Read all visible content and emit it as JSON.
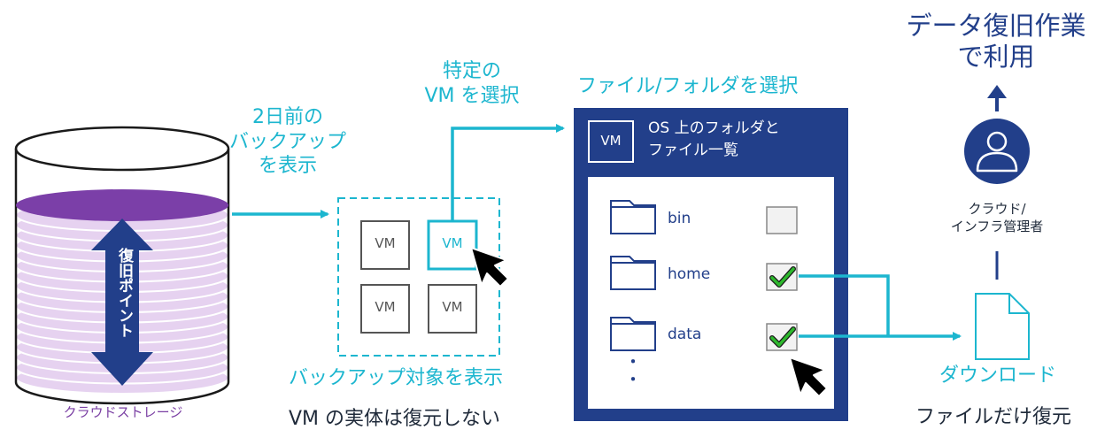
{
  "storage": {
    "caption": "クラウドストレージ",
    "restore_point_label": "復旧ポイント"
  },
  "steps": {
    "show_backup": "2日前の\nバックアップ\nを表示",
    "select_vm": "特定の\nVM を選択",
    "select_files": "ファイル/フォルダを選択"
  },
  "backup_targets": {
    "vm_labels": [
      "VM",
      "VM",
      "VM",
      "VM"
    ],
    "caption": "バックアップ対象を表示",
    "note": "VM の実体は復元しない"
  },
  "file_panel": {
    "vm_badge": "VM",
    "title": "OS 上のフォルダと\nファイル一覧",
    "folders": [
      {
        "name": "bin",
        "checked": false
      },
      {
        "name": "home",
        "checked": true
      },
      {
        "name": "data",
        "checked": true
      }
    ],
    "more": "・\n・"
  },
  "download": {
    "label": "ダウンロード",
    "note": "ファイルだけ復元"
  },
  "admin": {
    "label": "クラウド/\nインフラ管理者"
  },
  "goal": {
    "label": "データ復旧作業\nで利用"
  },
  "colors": {
    "teal": "#1cb6cf",
    "navy": "#223f8a",
    "purple": "#7a3fa3",
    "disk_fill": "#e6d2f0"
  }
}
